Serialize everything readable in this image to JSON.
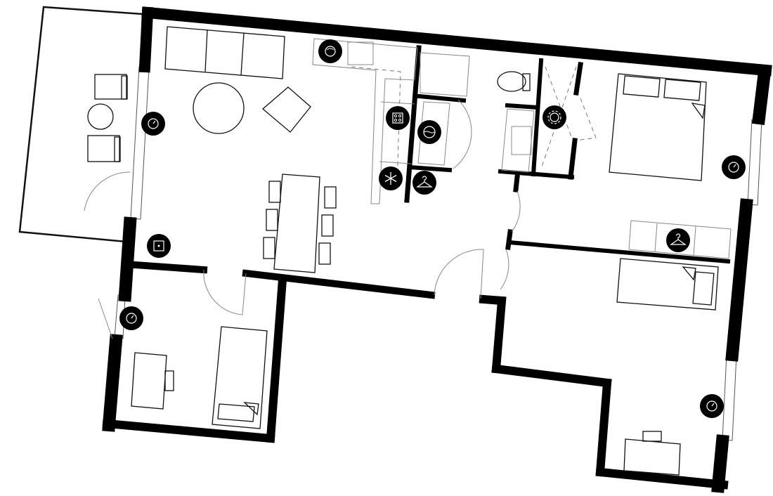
{
  "plan": {
    "colors": {
      "wall": "#000000",
      "background": "#ffffff",
      "icon_bg": "#000000",
      "icon_fg": "#ffffff"
    },
    "icons": [
      {
        "name": "thermostat-icon",
        "room": "living-room"
      },
      {
        "name": "dishwasher-icon",
        "room": "kitchen"
      },
      {
        "name": "stove-icon",
        "room": "kitchen"
      },
      {
        "name": "washing-machine-icon",
        "room": "utility"
      },
      {
        "name": "freezer-icon",
        "room": "kitchen"
      },
      {
        "name": "hanger-icon",
        "room": "hallway"
      },
      {
        "name": "heater-gear-icon",
        "room": "bathroom"
      },
      {
        "name": "thermostat-icon",
        "room": "bedroom-1"
      },
      {
        "name": "hanger-icon",
        "room": "bedroom-1"
      },
      {
        "name": "socket-icon",
        "room": "living-room"
      },
      {
        "name": "thermostat-icon",
        "room": "bedroom-3"
      },
      {
        "name": "thermostat-icon",
        "room": "bedroom-2"
      }
    ]
  }
}
